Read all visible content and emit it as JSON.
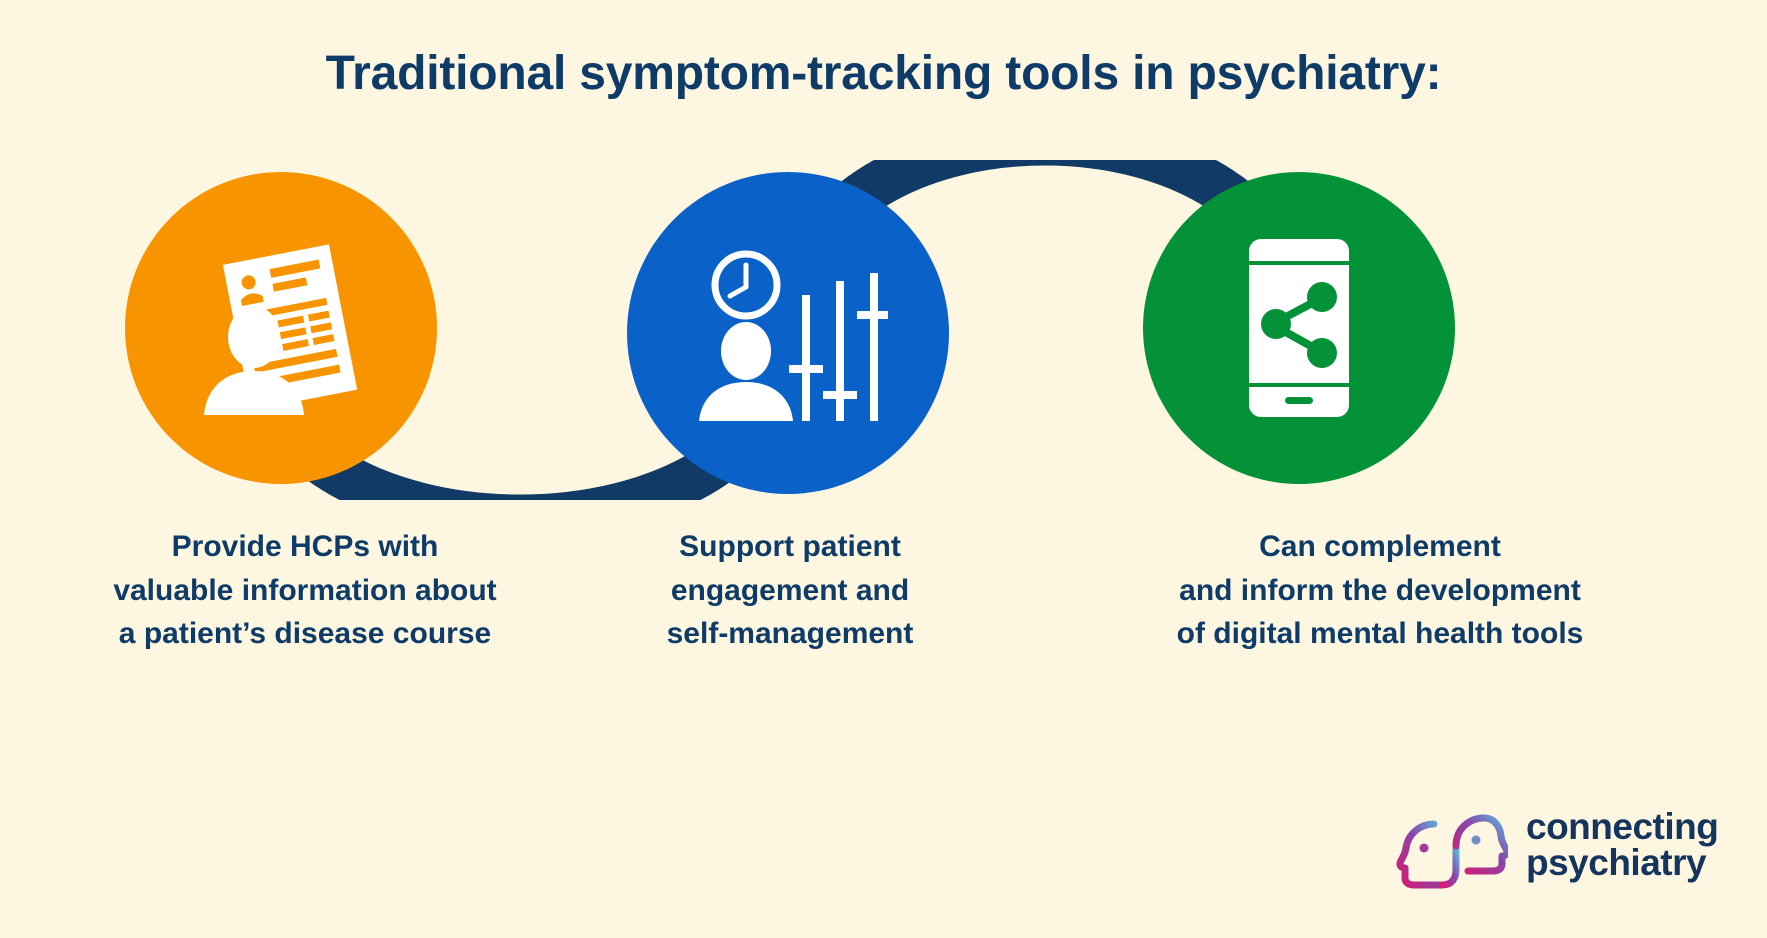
{
  "page": {
    "background_color": "#fdf6e0",
    "title": "Traditional symptom-tracking tools in psychiatry:",
    "title_color": "#0e3b67"
  },
  "colors": {
    "navy": "#0e3b67",
    "connector_navy": "#123a66",
    "orange": "#f79400",
    "blue": "#0a62c9",
    "green": "#049239",
    "cream": "#fdf6e0",
    "logo_pink": "#d81b72",
    "logo_purple": "#8a43a8",
    "logo_blue": "#5bb8e0",
    "logo_text": "#15355f"
  },
  "steps": [
    {
      "id": "step-1",
      "circle_color": "#f79400",
      "icon": "document-person-icon",
      "icon_description": "tilted medical record form with person silhouette",
      "caption": "Provide HCPs with\nvaluable information about\na patient’s disease course"
    },
    {
      "id": "step-2",
      "circle_color": "#0a62c9",
      "icon": "clock-person-sliders-icon",
      "icon_description": "clock above a person silhouette beside three vertical sliders",
      "caption": "Support patient\nengagement and\nself-management"
    },
    {
      "id": "step-3",
      "circle_color": "#049239",
      "icon": "smartphone-share-icon",
      "icon_description": "smartphone displaying a share network symbol",
      "caption": "Can complement\nand inform the development\nof digital mental health tools"
    }
  ],
  "logo": {
    "mark": "two-heads-icon",
    "line1": "connecting",
    "line2": "psychiatry"
  }
}
